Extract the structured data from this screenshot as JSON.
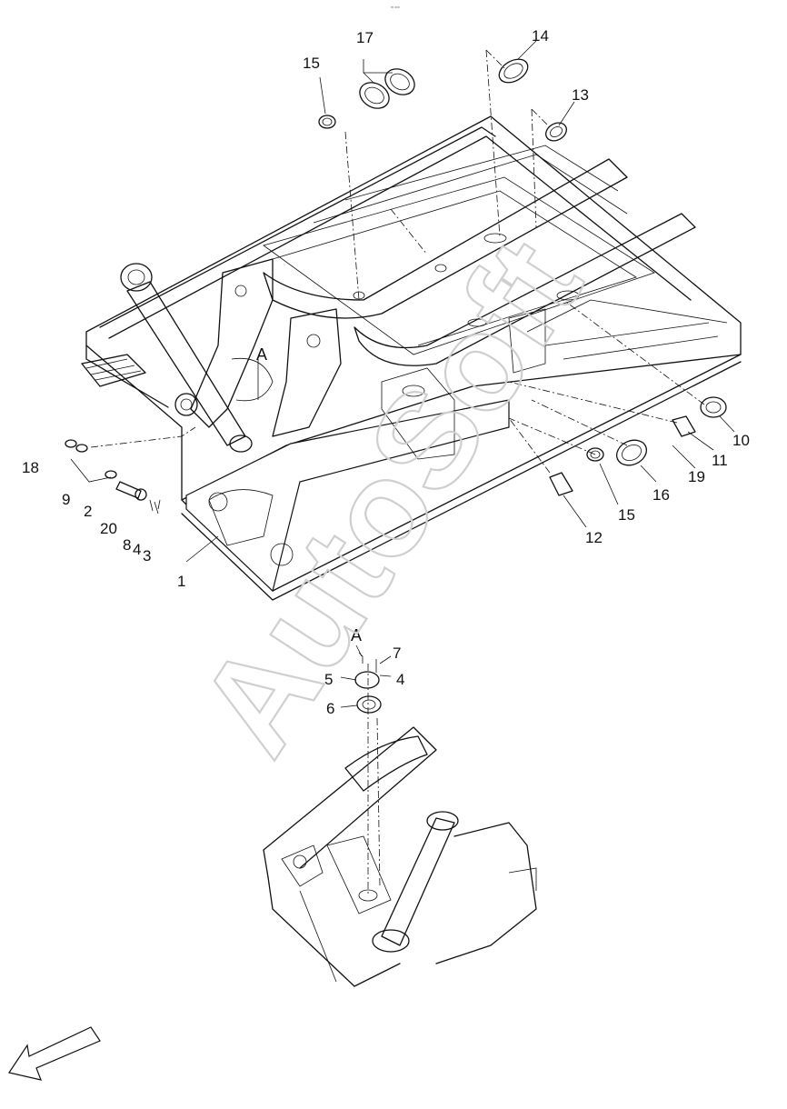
{
  "top_mark": "ᵐ ᵒᵒᵒ",
  "watermark": "AutoSoft",
  "detail_markers": [
    "A",
    "A"
  ],
  "callouts": {
    "c1": "1",
    "c2": "2",
    "c3": "3",
    "c4a": "4",
    "c4b": "4",
    "c5": "5",
    "c6": "6",
    "c7": "7",
    "c8": "8",
    "c9": "9",
    "c10": "10",
    "c11": "11",
    "c12": "12",
    "c13": "13",
    "c14": "14",
    "c15a": "15",
    "c15b": "15",
    "c16": "16",
    "c17": "17",
    "c18": "18",
    "c19": "19",
    "c20": "20"
  }
}
